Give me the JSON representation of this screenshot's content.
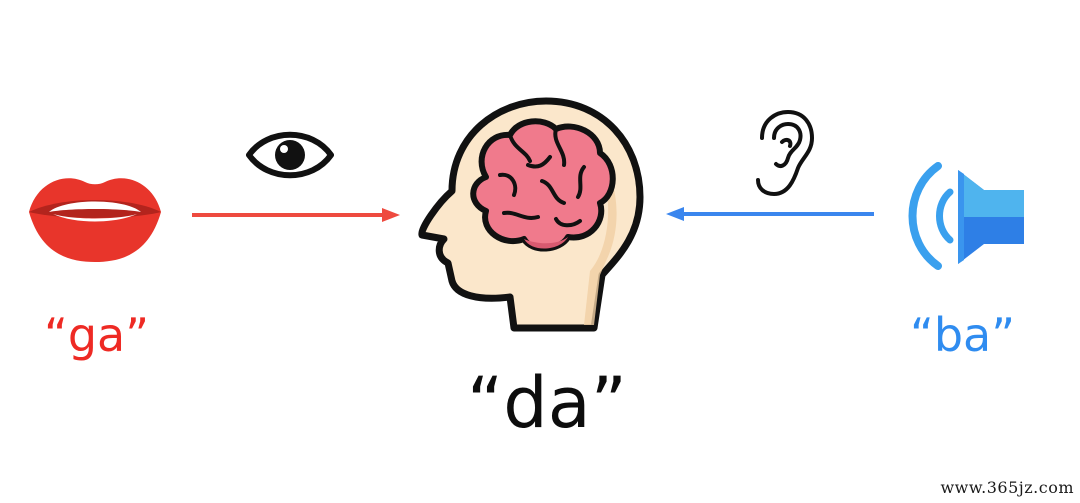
{
  "diagram": {
    "visual_syllable": "“ga”",
    "auditory_syllable": "“ba”",
    "perceived_syllable": "“da”",
    "colors": {
      "visual": "#ee2a24",
      "auditory": "#2f8cf0",
      "perceived": "#0d0d0d",
      "brain": "#f07a8c",
      "head": "#fbe7cb"
    },
    "icons": [
      "lips-icon",
      "eye-icon",
      "head-brain-icon",
      "ear-icon",
      "speaker-icon"
    ]
  },
  "watermark": "www.365jz.com"
}
